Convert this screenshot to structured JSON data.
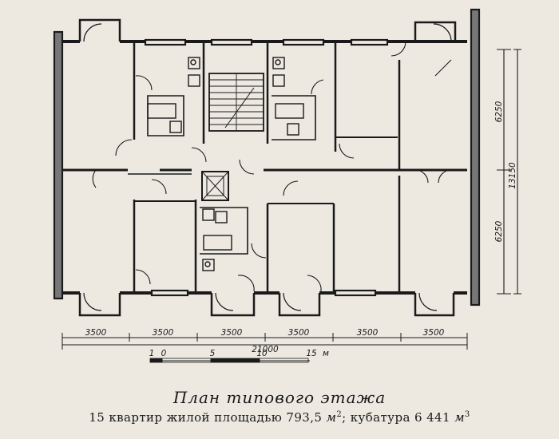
{
  "dimensions": {
    "bays": [
      "3500",
      "3500",
      "3500",
      "3500",
      "3500",
      "3500"
    ],
    "total_width": "21000",
    "depth_upper": "6250",
    "depth_lower": "6250",
    "total_depth": "13150"
  },
  "scale_bar": {
    "labels": [
      "1",
      "0",
      "5",
      "10",
      "15"
    ],
    "unit": "м"
  },
  "caption": {
    "title": "План типового этажа",
    "subtitle_prefix": "15 квартир жилой площадью 793,5",
    "area_unit": "м",
    "area_exp": "2",
    "subtitle_middle": "; кубатура 6 441",
    "volume_unit": "м",
    "volume_exp": "3"
  },
  "colors": {
    "ink": "#1a1a1a",
    "paper": "#ede9e1"
  }
}
